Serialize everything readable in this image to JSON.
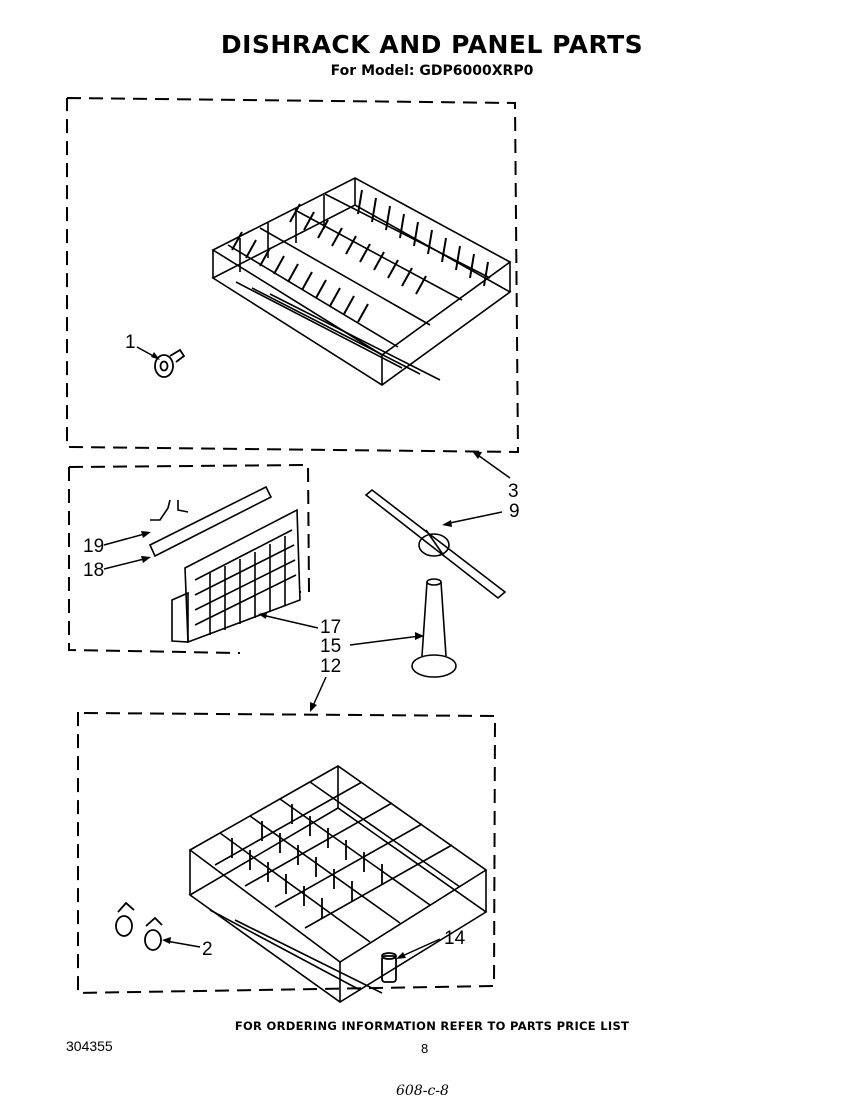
{
  "header": {
    "title": "DISHRACK AND PANEL PARTS",
    "subtitle": "For Model: GDP6000XRP0"
  },
  "callouts": {
    "c1": "1",
    "c2": "2",
    "c3": "3",
    "c9": "9",
    "c12": "12",
    "c14": "14",
    "c15": "15",
    "c17": "17",
    "c18": "18",
    "c19": "19"
  },
  "footer": {
    "ordering_note": "FOR ORDERING INFORMATION REFER TO PARTS PRICE LIST",
    "document_number": "304355",
    "page_number": "8",
    "handwritten_note": "608-c-8"
  }
}
